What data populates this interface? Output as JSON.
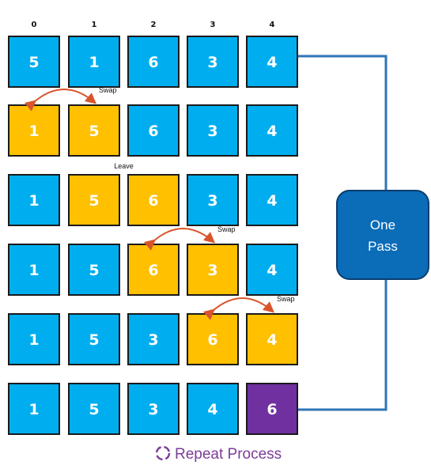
{
  "indices": [
    "0",
    "1",
    "2",
    "3",
    "4"
  ],
  "colors": {
    "blue": "#00aeef",
    "yellow": "#ffc000",
    "purple": "#7030a0",
    "border": "#1a1a1a",
    "connector": "#2e75b6",
    "pass_fill": "#0b6cb8",
    "pass_stroke": "#0a3d6e",
    "arrow": "#d9542b",
    "footer": "#7d3c98"
  },
  "rows": [
    {
      "cells": [
        {
          "value": "5",
          "color": "blue"
        },
        {
          "value": "1",
          "color": "blue"
        },
        {
          "value": "6",
          "color": "blue"
        },
        {
          "value": "3",
          "color": "blue"
        },
        {
          "value": "4",
          "color": "blue"
        }
      ]
    },
    {
      "cells": [
        {
          "value": "1",
          "color": "yellow"
        },
        {
          "value": "5",
          "color": "yellow"
        },
        {
          "value": "6",
          "color": "blue"
        },
        {
          "value": "3",
          "color": "blue"
        },
        {
          "value": "4",
          "color": "blue"
        }
      ],
      "annotation": {
        "label": "Swap",
        "from": 0,
        "to": 1,
        "arrow": true
      }
    },
    {
      "cells": [
        {
          "value": "1",
          "color": "blue"
        },
        {
          "value": "5",
          "color": "yellow"
        },
        {
          "value": "6",
          "color": "yellow"
        },
        {
          "value": "3",
          "color": "blue"
        },
        {
          "value": "4",
          "color": "blue"
        }
      ],
      "annotation": {
        "label": "Leave",
        "from": 1,
        "to": 2,
        "arrow": false
      }
    },
    {
      "cells": [
        {
          "value": "1",
          "color": "blue"
        },
        {
          "value": "5",
          "color": "blue"
        },
        {
          "value": "6",
          "color": "yellow"
        },
        {
          "value": "3",
          "color": "yellow"
        },
        {
          "value": "4",
          "color": "blue"
        }
      ],
      "annotation": {
        "label": "Swap",
        "from": 2,
        "to": 3,
        "arrow": true
      }
    },
    {
      "cells": [
        {
          "value": "1",
          "color": "blue"
        },
        {
          "value": "5",
          "color": "blue"
        },
        {
          "value": "3",
          "color": "blue"
        },
        {
          "value": "6",
          "color": "yellow"
        },
        {
          "value": "4",
          "color": "yellow"
        }
      ],
      "annotation": {
        "label": "Swap",
        "from": 3,
        "to": 4,
        "arrow": true
      }
    },
    {
      "cells": [
        {
          "value": "1",
          "color": "blue"
        },
        {
          "value": "5",
          "color": "blue"
        },
        {
          "value": "3",
          "color": "blue"
        },
        {
          "value": "4",
          "color": "blue"
        },
        {
          "value": "6",
          "color": "purple"
        }
      ]
    }
  ],
  "pass_box": {
    "line1": "One",
    "line2": "Pass"
  },
  "footer": {
    "label": "Repeat Process",
    "icon": "repeat-cycle-icon"
  }
}
